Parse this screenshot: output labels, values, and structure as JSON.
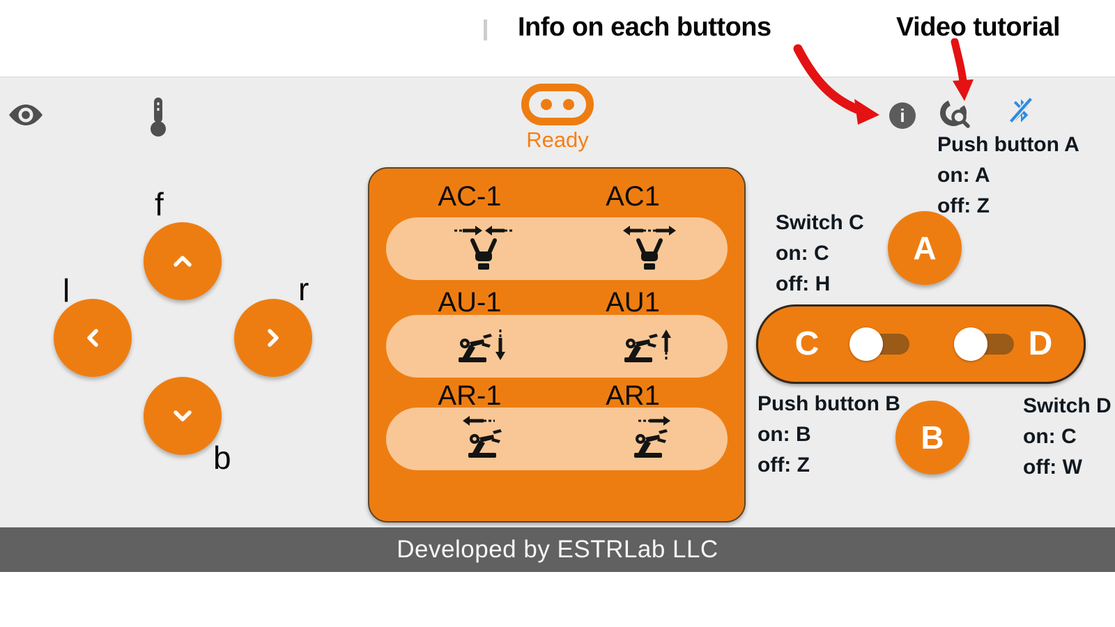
{
  "annotations": {
    "info_label": "Info on each buttons",
    "video_label": "Video tutorial"
  },
  "status": {
    "label": "Ready"
  },
  "dpad": {
    "forward_label": "f",
    "left_label": "l",
    "right_label": "r",
    "back_label": "b"
  },
  "panel": {
    "rows": [
      {
        "left_label": "AC-1",
        "right_label": "AC1"
      },
      {
        "left_label": "AU-1",
        "right_label": "AU1"
      },
      {
        "left_label": "AR-1",
        "right_label": "AR1"
      }
    ]
  },
  "controls": {
    "push_a": {
      "title": "Push button A",
      "on": "on: A",
      "off": "off: Z",
      "button_label": "A"
    },
    "switch_c": {
      "title": "Switch C",
      "on": "on: C",
      "off": "off: H"
    },
    "push_b": {
      "title": "Push button B",
      "on": "on: B",
      "off": "off: Z",
      "button_label": "B"
    },
    "switch_d": {
      "title": "Switch D",
      "on": "on: C",
      "off": "off: W"
    },
    "toggle_bar": {
      "left_label": "C",
      "right_label": "D"
    }
  },
  "footer": {
    "text": "Developed by ESTRLab LLC"
  },
  "icons": {
    "eye": "eye-icon",
    "thermometer": "thermometer-icon",
    "robot_face": "robot-face-icon",
    "info": "info-icon",
    "video_search": "video-search-icon",
    "bluetooth": "bluetooth-disabled-icon"
  },
  "colors": {
    "orange": "#EE7D11",
    "pill_peach": "#F8C795",
    "switch_track": "#9A5A18",
    "footer_gray": "#616161",
    "background_gray": "#EDEDED",
    "bluetooth_blue": "#2D8CE3",
    "arrow_red": "#E41212",
    "icon_gray": "#4F4F4F"
  }
}
